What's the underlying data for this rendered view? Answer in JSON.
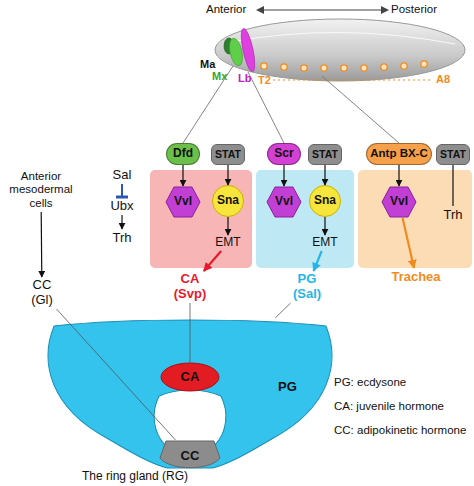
{
  "diagram": {
    "nodes": [
      {
        "text": [
          "Dfd"
        ]
      },
      {
        "text": [
          "STAT"
        ]
      },
      {
        "text": [
          "Scr"
        ]
      },
      {
        "text": [
          "STAT"
        ]
      },
      {
        "text": [
          "Antp BX-C"
        ]
      },
      {
        "text": [
          "STAT"
        ]
      },
      {
        "text": [
          "Sal"
        ]
      },
      {
        "text": [
          "Ubx"
        ]
      },
      {
        "text": [
          "Trh"
        ]
      },
      {
        "text": [
          "Vvl"
        ]
      },
      {
        "text": [
          "Sna"
        ]
      },
      {
        "text": [
          "EMT"
        ]
      },
      {
        "text": [
          "Vvl"
        ]
      },
      {
        "text": [
          "Sna"
        ]
      },
      {
        "text": [
          "EMT"
        ]
      },
      {
        "text": [
          "Vvl"
        ]
      },
      {
        "text": [
          "Trh"
        ]
      },
      {
        "text": [
          "Anterior mesodermal cells"
        ]
      },
      {
        "text": [
          "CC (Gl)"
        ]
      },
      {
        "text": [
          "CA (Svp)"
        ]
      },
      {
        "text": [
          "PG (Sal)"
        ]
      },
      {
        "text": [
          "Trachea"
        ]
      },
      {
        "text": [
          "PG",
          "The ring gland (RG)"
        ]
      },
      {
        "text": [
          "CA"
        ],
        "in": 22
      },
      {
        "text": [
          "CC"
        ],
        "in": 22
      }
    ],
    "edges": [
      {
        "from": 6,
        "to": 7,
        "arrow": "to"
      },
      {
        "from": 7,
        "to": 8,
        "arrow": "to"
      },
      {
        "from": 0,
        "to": 9,
        "arrow": "to"
      },
      {
        "from": 1,
        "to": 10,
        "arrow": "to"
      },
      {
        "from": 10,
        "to": 11,
        "arrow": "to"
      },
      {
        "from": 11,
        "to": 19,
        "arrow": "to"
      },
      {
        "from": 2,
        "to": 12,
        "arrow": "to"
      },
      {
        "from": 3,
        "to": 13,
        "arrow": "to"
      },
      {
        "from": 13,
        "to": 14,
        "arrow": "to"
      },
      {
        "from": 14,
        "to": 20,
        "arrow": "to"
      },
      {
        "from": 4,
        "to": 15,
        "arrow": "to"
      },
      {
        "from": 5,
        "to": 16,
        "arrow": "none"
      },
      {
        "from": 15,
        "to": 21,
        "arrow": "to"
      },
      {
        "from": 17,
        "to": 18,
        "arrow": "to"
      },
      {
        "from": 18,
        "to": 24,
        "arrow": "none"
      },
      {
        "from": 19,
        "to": 23,
        "arrow": "none"
      },
      {
        "from": 20,
        "to": 22,
        "arrow": "none"
      }
    ],
    "labels": [
      "Anterior",
      "Posterior",
      "Ma",
      "Mx",
      "Lb",
      "T2",
      "A8",
      "PG: ecdysone",
      "CA: juvenile hormone",
      "CC: adipokinetic hormone"
    ]
  }
}
